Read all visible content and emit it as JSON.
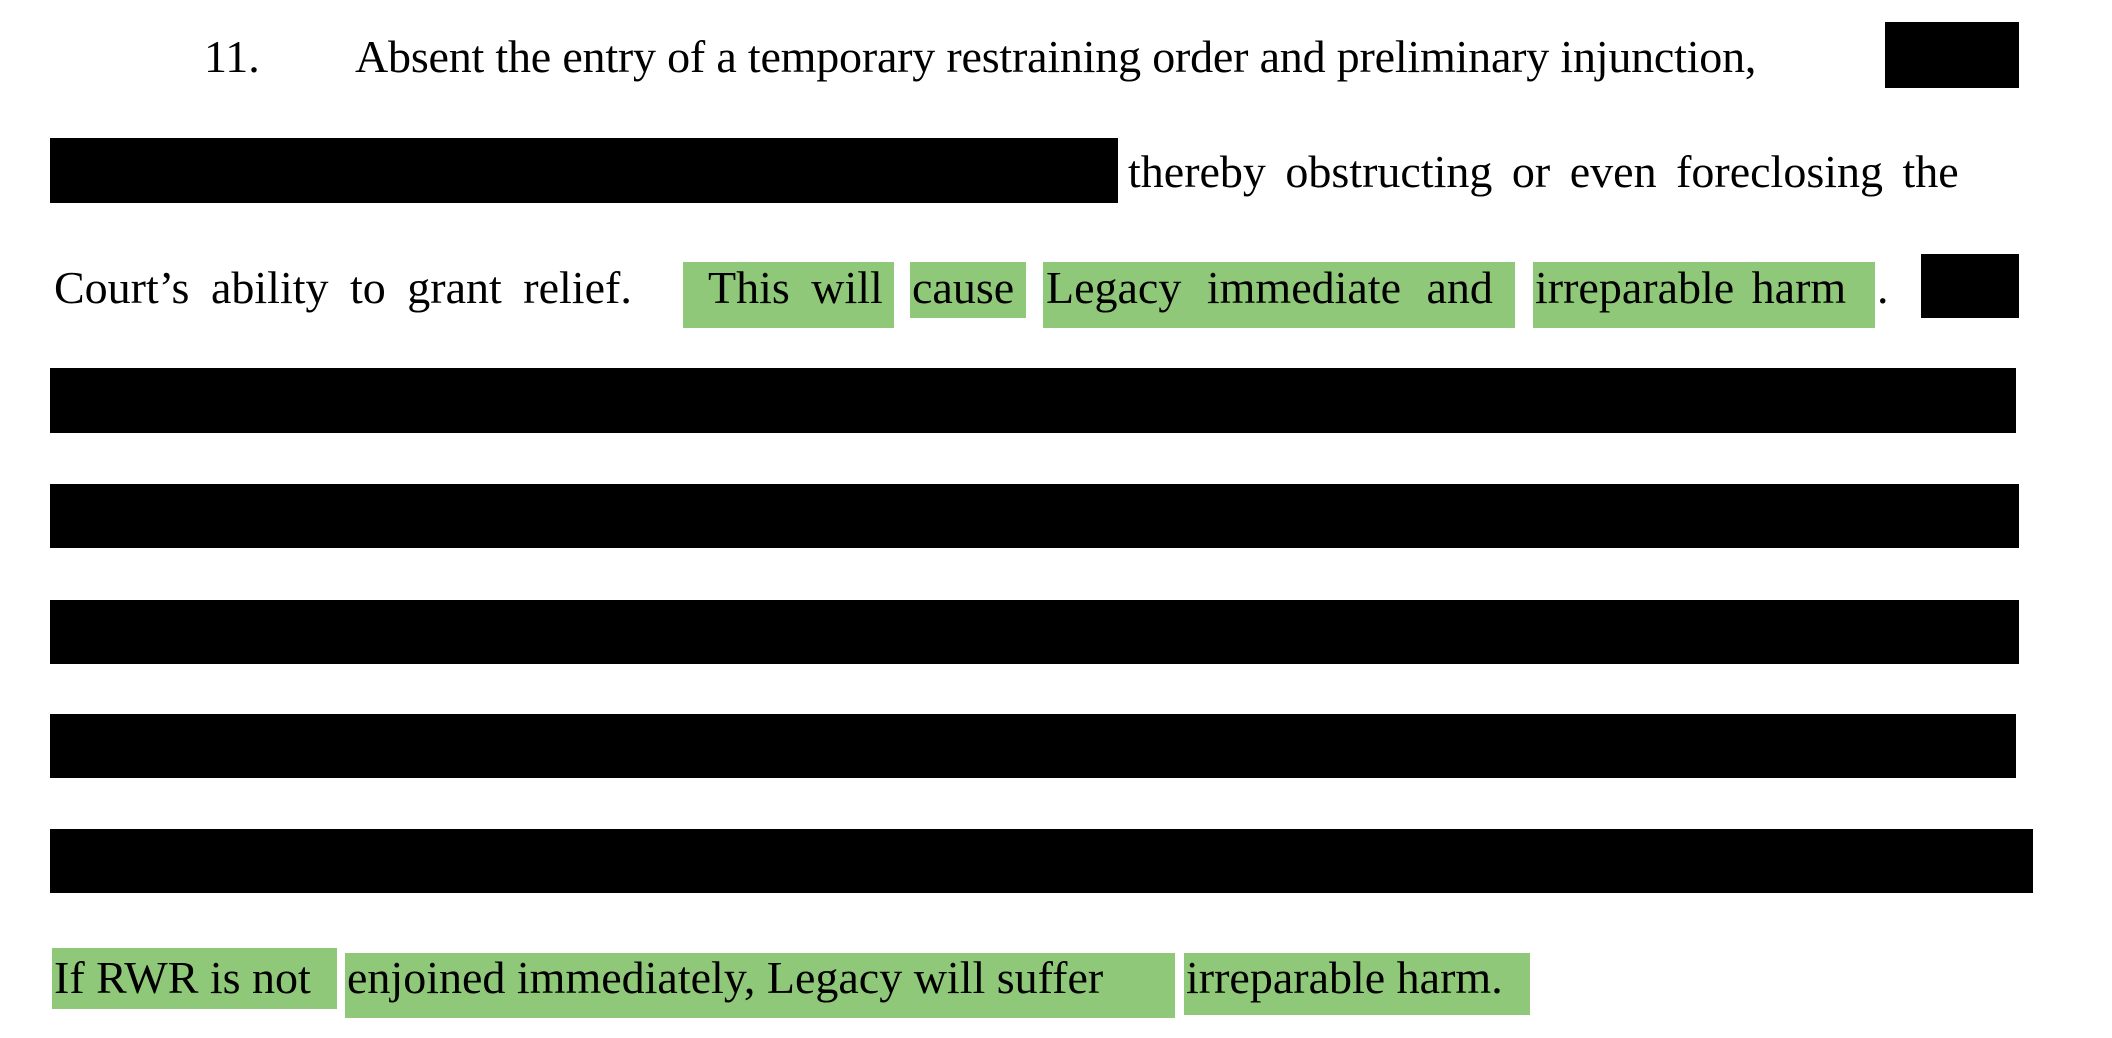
{
  "paragraph": {
    "number": "11.",
    "line1": "Absent the entry of a temporary restraining order and preliminary injunction,",
    "line2": "thereby obstructing or even foreclosing the",
    "line3_start": "Court’s ability to grant relief.",
    "line3_hl1": "This will",
    "line3_hl2": "cause",
    "line3_hl3": "Legacy immediate and",
    "line3_hl4": "irreparable harm",
    "line3_end": ".",
    "last_hl1": "If RWR is not",
    "last_hl2": "enjoined immediately, Legacy will suffer",
    "last_hl3": "irreparable harm."
  },
  "colors": {
    "highlight": "#8fc878",
    "redaction": "#000000"
  }
}
